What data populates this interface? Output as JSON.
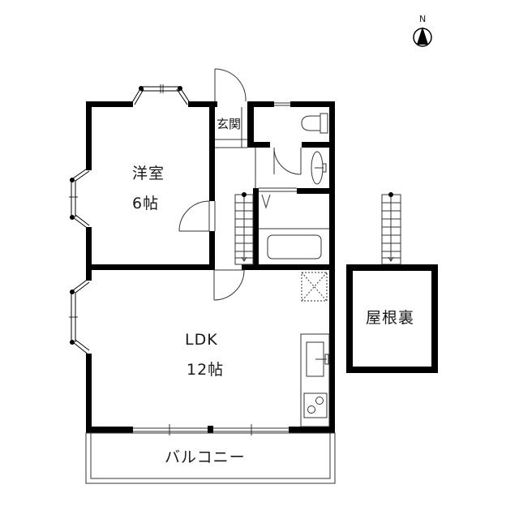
{
  "plan": {
    "type": "apartment-floor-plan",
    "layout": "1LDK"
  },
  "compass": {
    "label": "N",
    "icon": "north-arrow-icon"
  },
  "rooms": {
    "western_room": {
      "name": "洋室",
      "size": "6帖"
    },
    "entrance": {
      "name": "玄関"
    },
    "ldk": {
      "name": "LDK",
      "size": "12帖"
    },
    "attic": {
      "name": "屋根裏"
    },
    "balcony": {
      "name": "バルコニー"
    }
  },
  "fixtures": [
    "toilet",
    "washbasin",
    "bathtub",
    "kitchen-sink",
    "stove",
    "refrigerator-space",
    "stairs",
    "attic-ladder",
    "bay-windows",
    "sliding-window"
  ],
  "colors": {
    "wall": "#000000",
    "line": "#333333",
    "background": "#ffffff"
  }
}
